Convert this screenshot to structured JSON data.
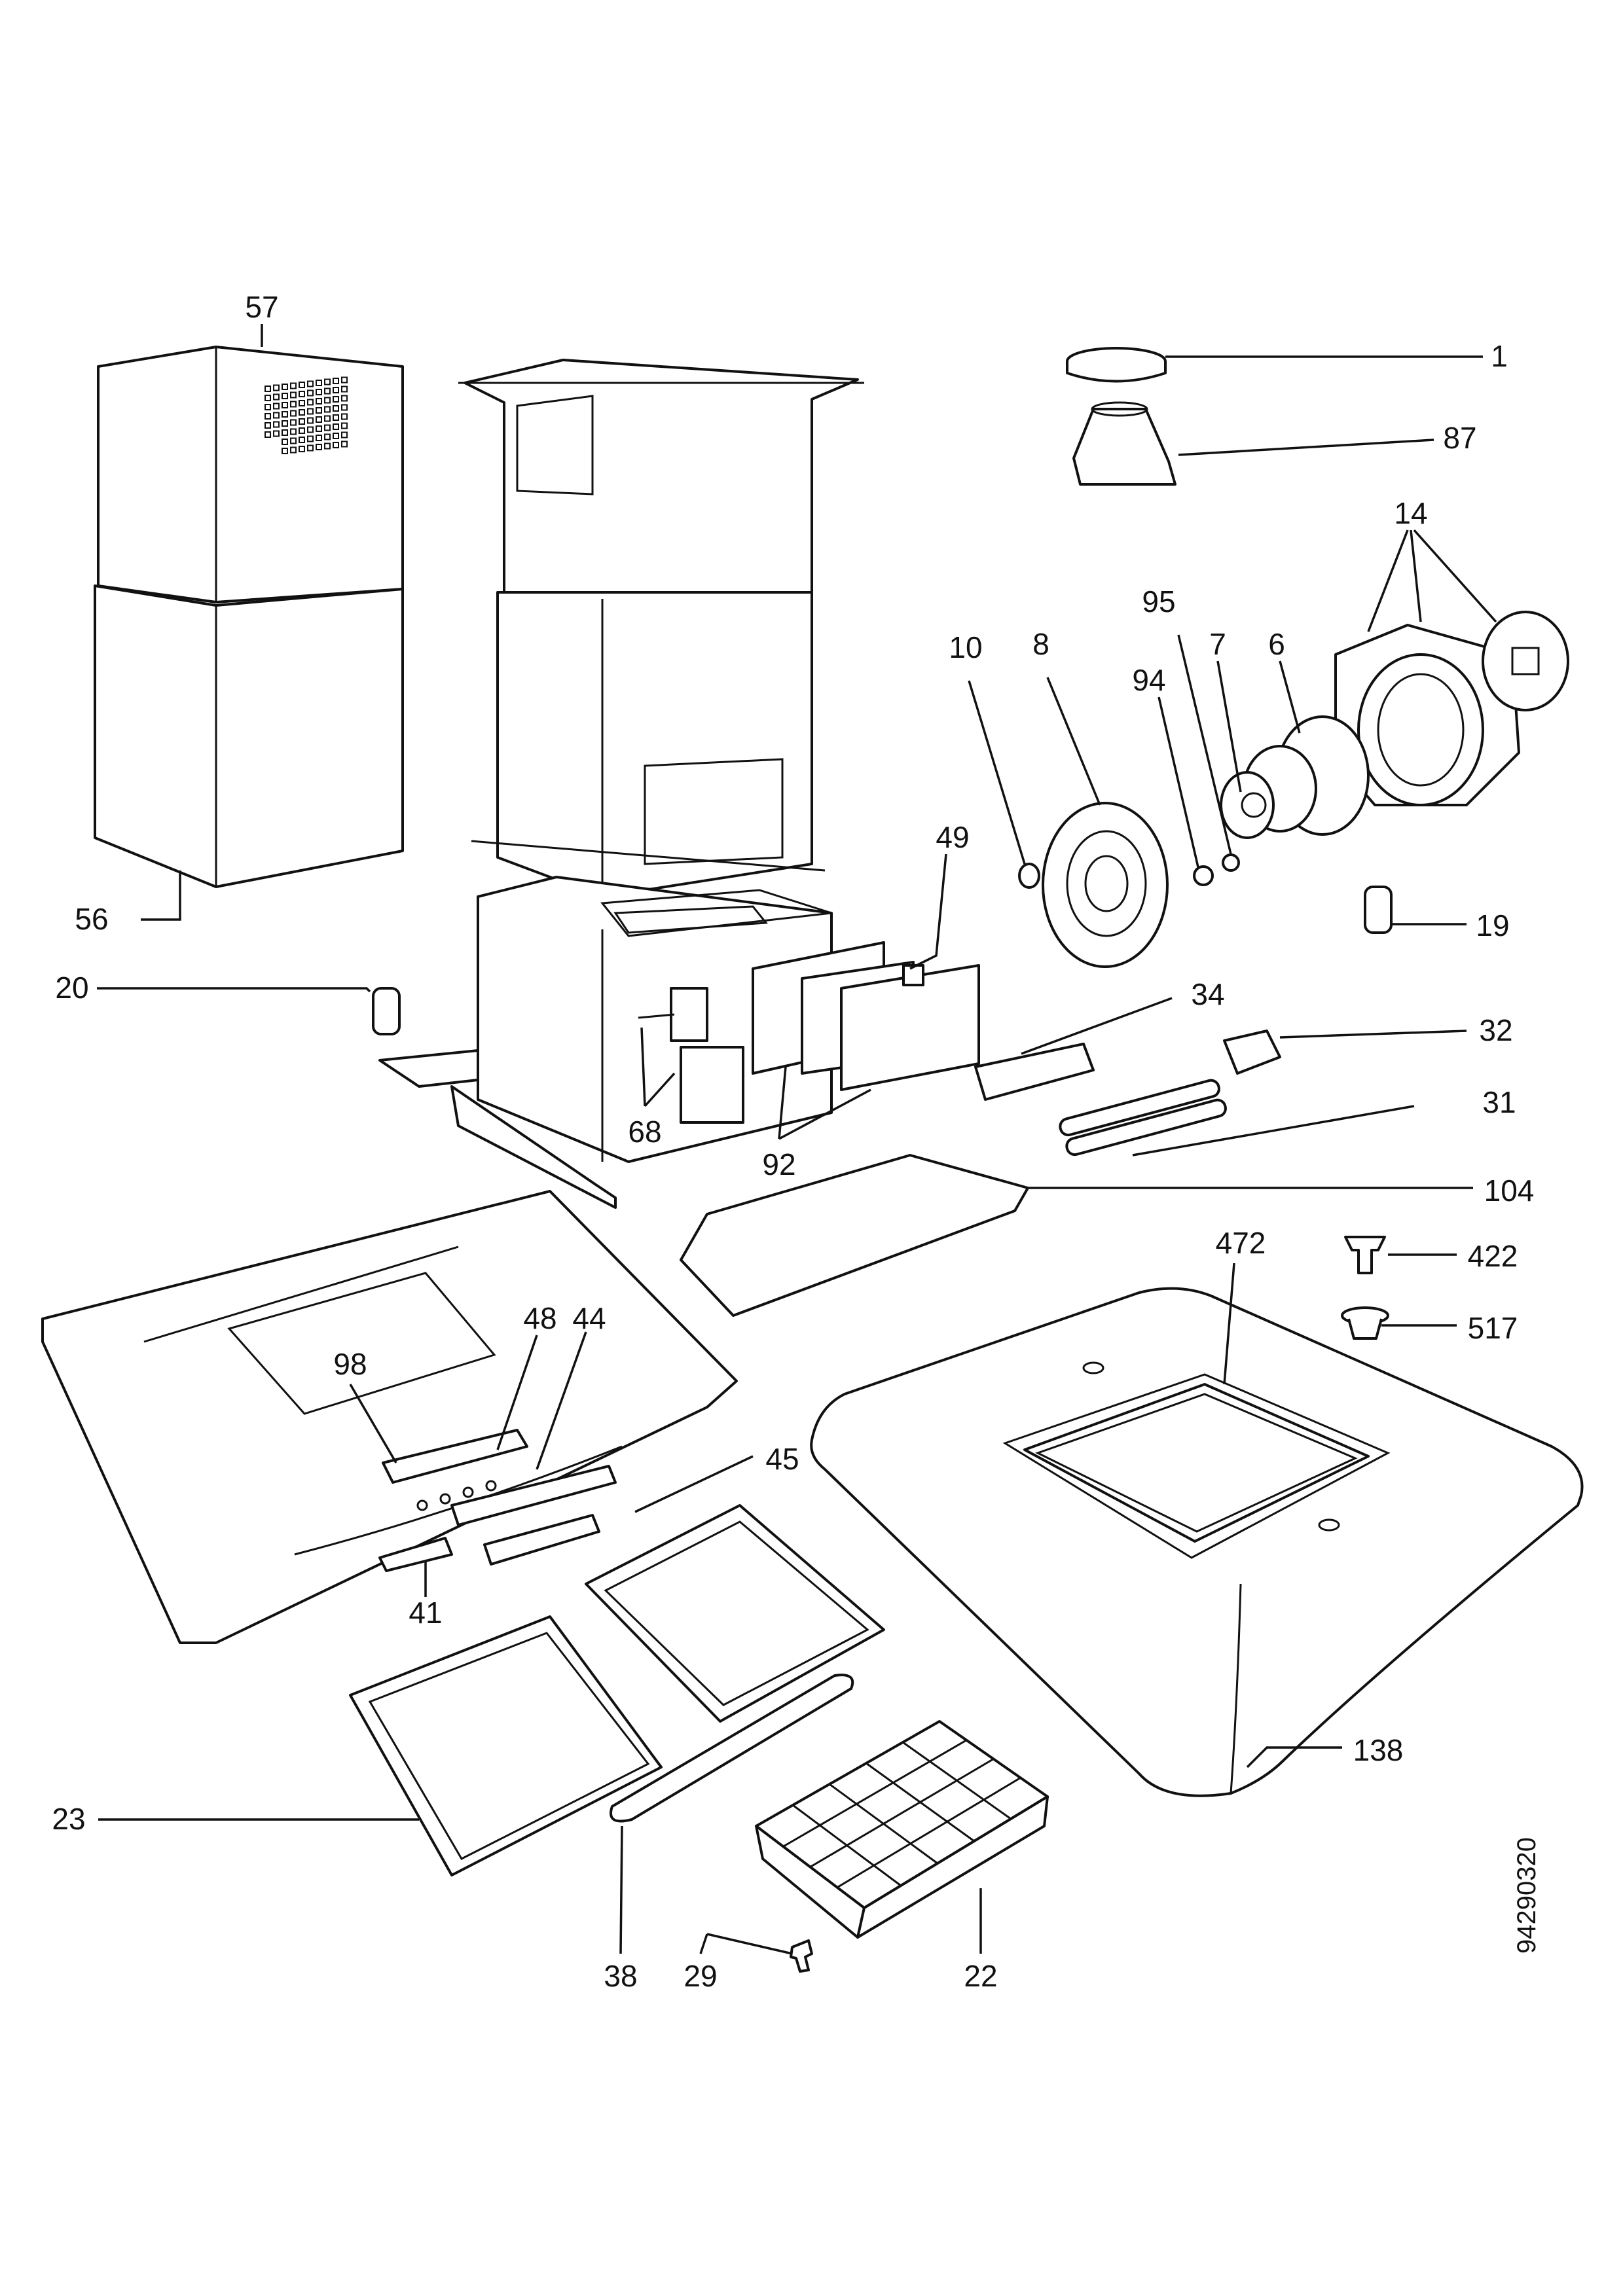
{
  "labels": {
    "p57": "57",
    "p56": "56",
    "p20": "20",
    "p1": "1",
    "p87": "87",
    "p14": "14",
    "p95": "95",
    "p10": "10",
    "p8": "8",
    "p94": "94",
    "p7": "7",
    "p6": "6",
    "p49": "49",
    "p19": "19",
    "p34": "34",
    "p32": "32",
    "p31": "31",
    "p68": "68",
    "p92": "92",
    "p104": "104",
    "p472": "472",
    "p422": "422",
    "p517": "517",
    "p98": "98",
    "p48": "48",
    "p44": "44",
    "p45": "45",
    "p41": "41",
    "p138": "138",
    "p23": "23",
    "p38": "38",
    "p29": "29",
    "p22": "22"
  },
  "drawing_ref": "94290320"
}
